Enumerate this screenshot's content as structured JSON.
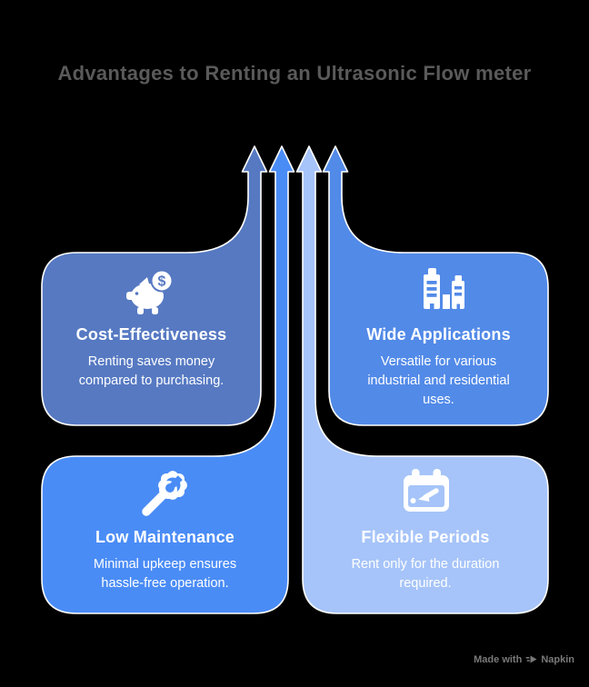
{
  "title": "Advantages to Renting an Ultrasonic Flow meter",
  "cards": [
    {
      "title": "Cost-Effectiveness",
      "description": "Renting saves money compared to purchasing.",
      "icon": "piggy-bank-icon"
    },
    {
      "title": "Wide Applications",
      "description": "Versatile for various industrial and residential uses.",
      "icon": "buildings-icon"
    },
    {
      "title": "Low Maintenance",
      "description": "Minimal upkeep ensures hassle-free operation.",
      "icon": "wrench-gear-icon"
    },
    {
      "title": "Flexible Periods",
      "description": "Rent only for the duration required.",
      "icon": "calendar-icon"
    }
  ],
  "icons": {
    "coin_symbol": "$"
  },
  "watermark": {
    "prefix": "Made with",
    "brand": "Napkin"
  },
  "colors": {
    "background": "#000000",
    "title_text": "#5a5a5a",
    "card_text": "#ffffff",
    "cost_effectiveness": "#5679C2",
    "wide_applications": "#528AE8",
    "low_maintenance": "#4A8CF6",
    "flexible_periods": "#A6C4F9",
    "outline": "#ffffff"
  }
}
